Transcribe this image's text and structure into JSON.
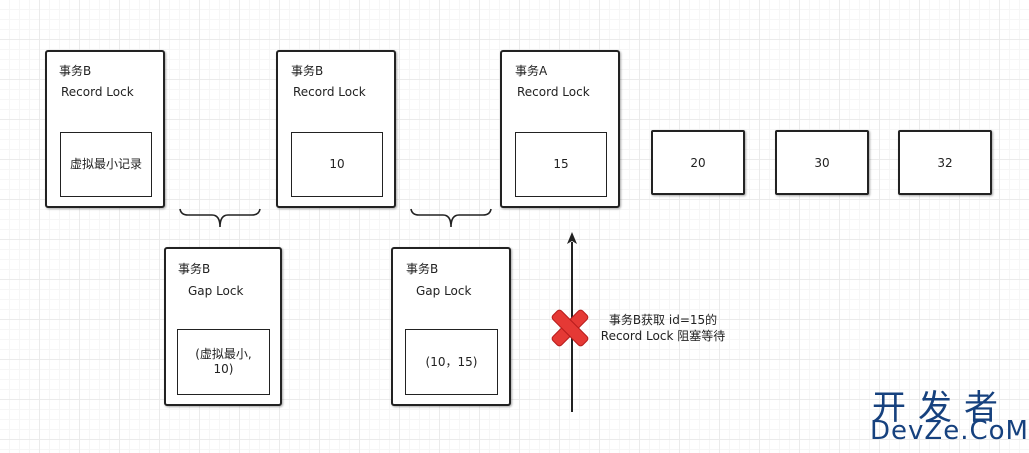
{
  "record_locks": [
    {
      "txn": "事务B",
      "lock": "Record Lock",
      "value": "虚拟最小记录"
    },
    {
      "txn": "事务B",
      "lock": "Record Lock",
      "value": "10"
    },
    {
      "txn": "事务A",
      "lock": "Record Lock",
      "value": "15"
    }
  ],
  "gap_locks": [
    {
      "txn": "事务B",
      "lock": "Gap Lock",
      "value": "(虚拟最小,\n10)"
    },
    {
      "txn": "事务B",
      "lock": "Gap Lock",
      "value": "(10，15)"
    }
  ],
  "records": [
    "20",
    "30",
    "32"
  ],
  "note": {
    "line1": "事务B获取 id=15的",
    "line2": "Record Lock 阻塞等待"
  },
  "watermark": {
    "cn": "开发者",
    "en": "DevZe.CoM"
  },
  "colors": {
    "blocked_x": "#e53935",
    "watermark": "#16417e"
  }
}
